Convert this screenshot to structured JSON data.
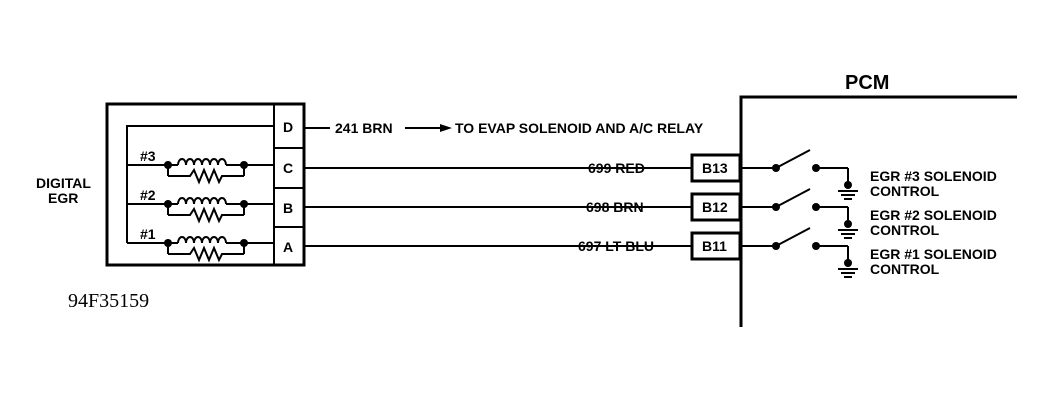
{
  "egr_label_line1": "DIGITAL",
  "egr_label_line2": "EGR",
  "pcm_label": "PCM",
  "figure_id": "94F35159",
  "connector_pins": [
    "D",
    "C",
    "B",
    "A"
  ],
  "solenoids": [
    {
      "label": "#3"
    },
    {
      "label": "#2"
    },
    {
      "label": "#1"
    }
  ],
  "pin_d_circuit": "241 BRN",
  "pin_d_destination": "TO EVAP SOLENOID AND A/C RELAY",
  "wires": [
    {
      "circuit": "699 RED",
      "pcm_terminal": "B13",
      "control_line1": "EGR #3 SOLENOID",
      "control_line2": "CONTROL"
    },
    {
      "circuit": "698 BRN",
      "pcm_terminal": "B12",
      "control_line1": "EGR #2 SOLENOID",
      "control_line2": "CONTROL"
    },
    {
      "circuit": "697 LT BLU",
      "pcm_terminal": "B11",
      "control_line1": "EGR #1 SOLENOID",
      "control_line2": "CONTROL"
    }
  ]
}
